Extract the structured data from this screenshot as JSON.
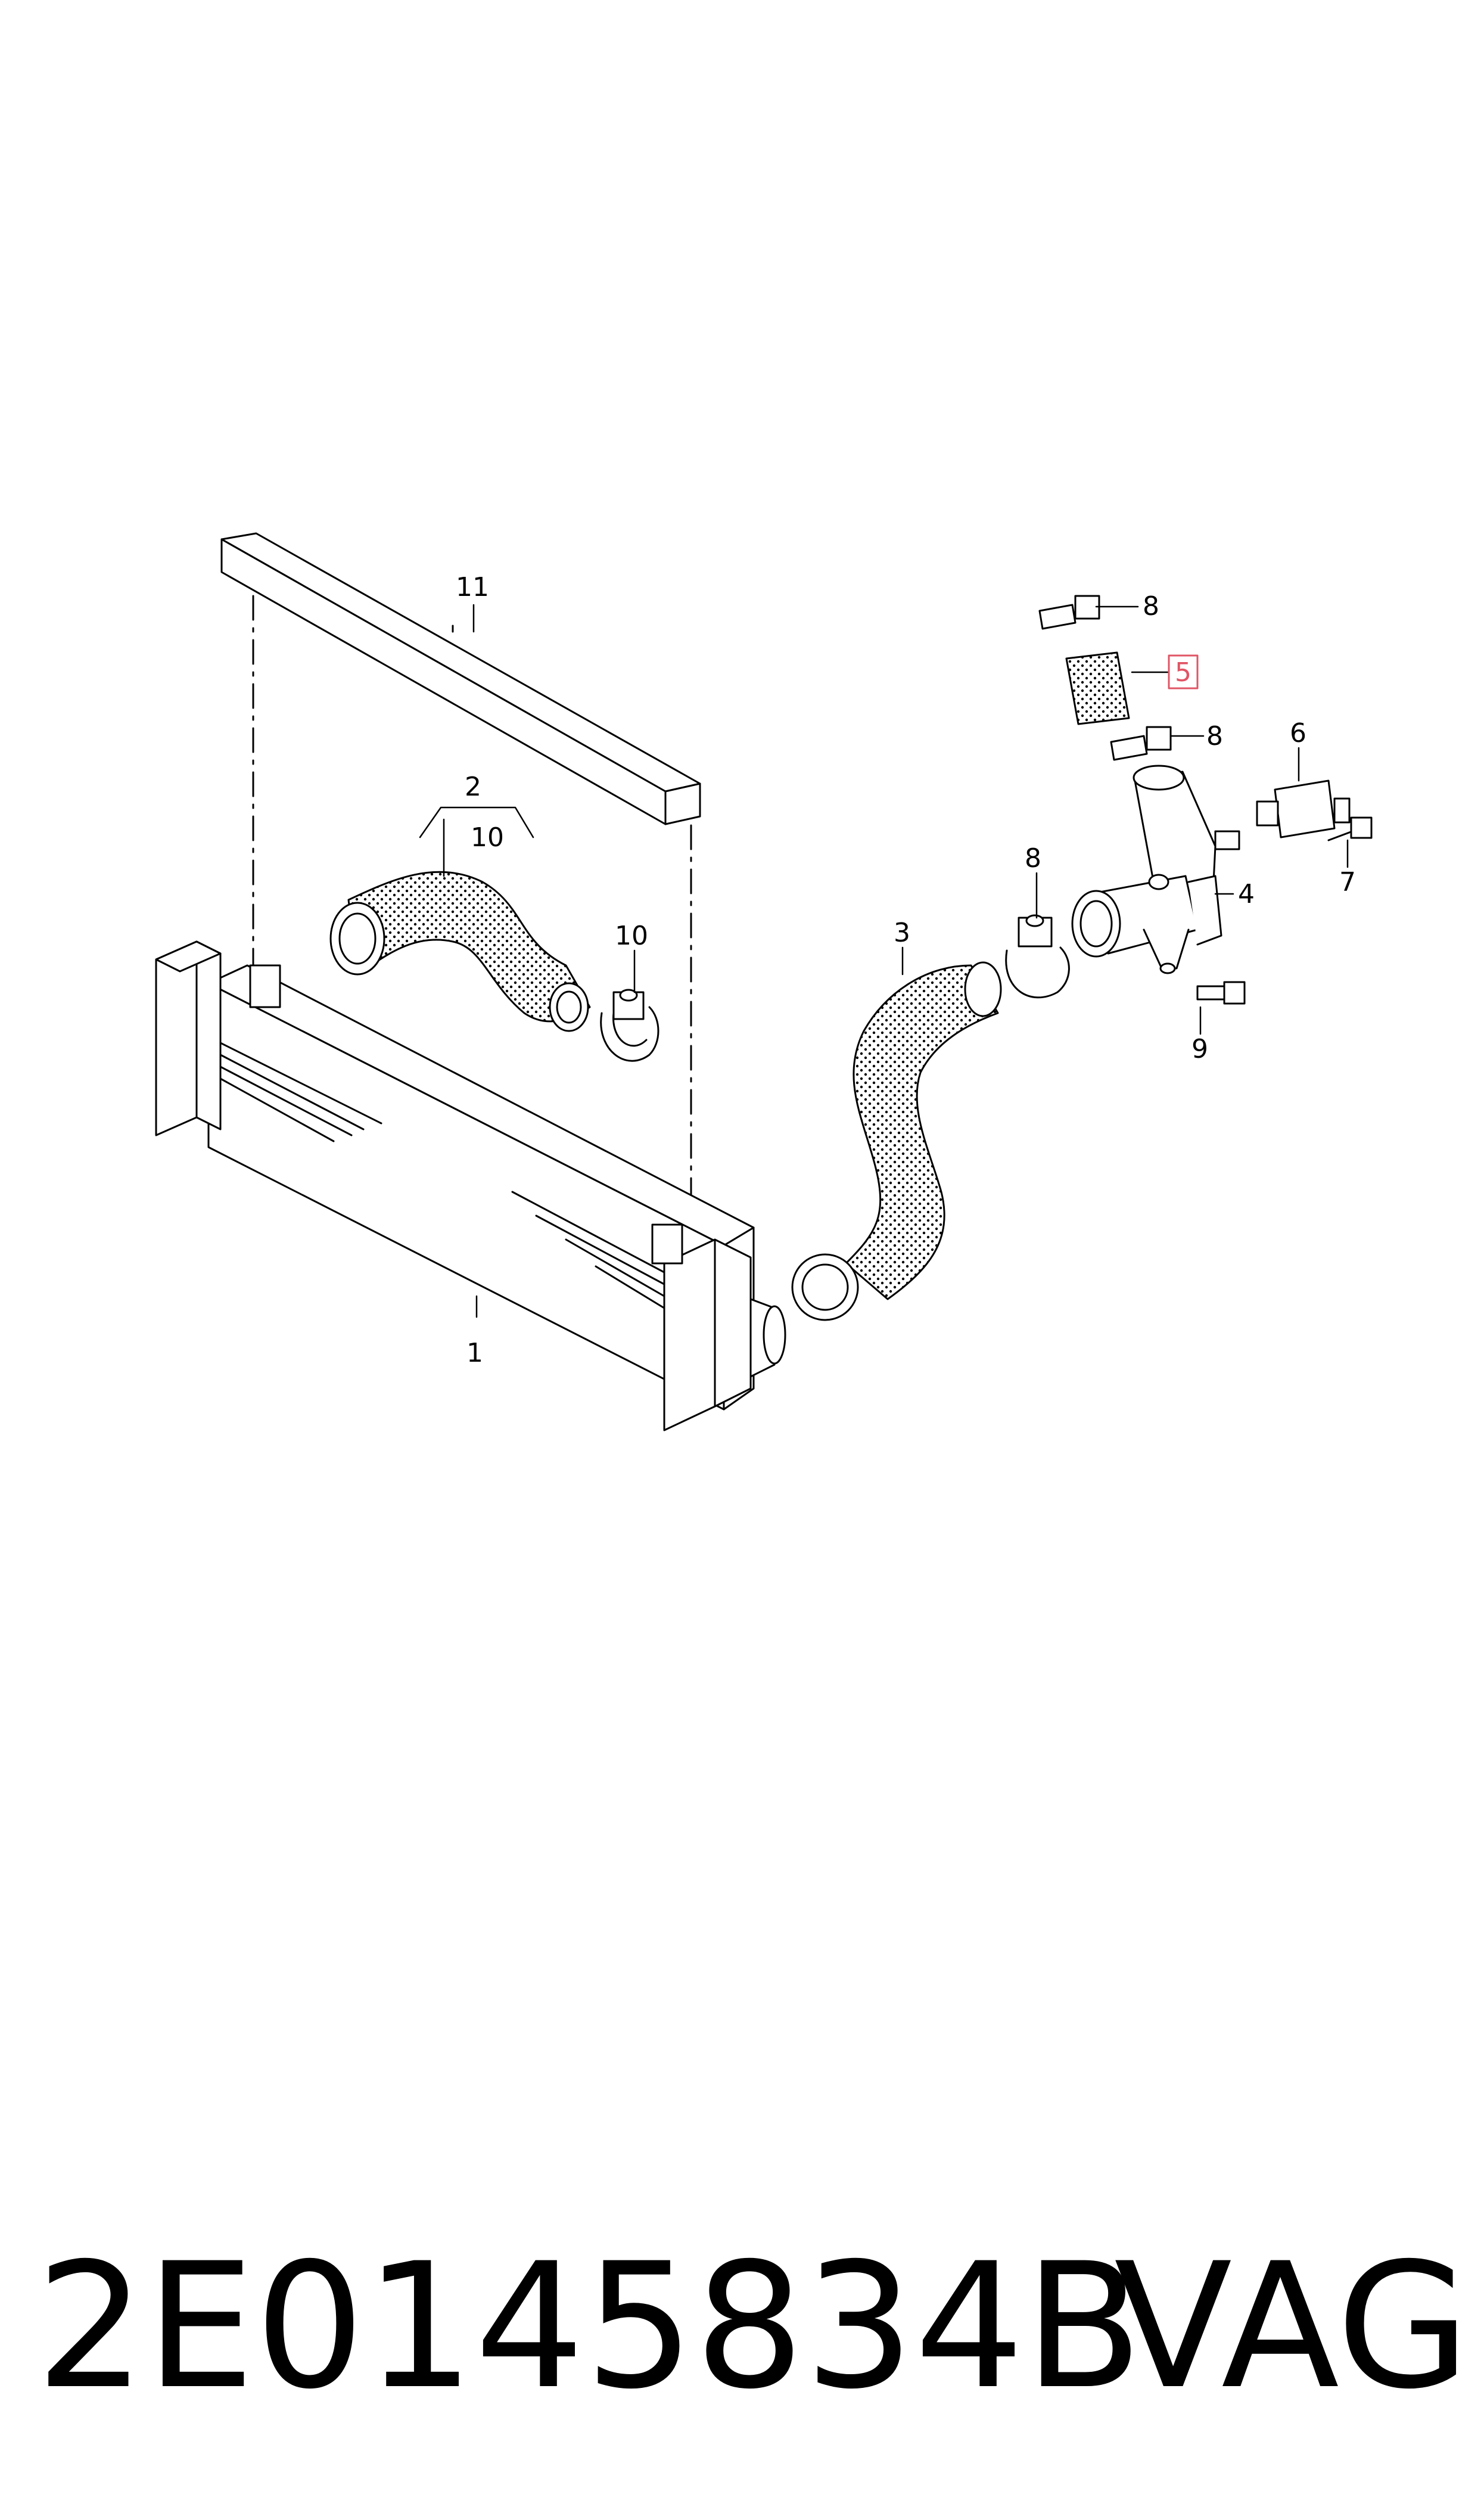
{
  "callouts": [
    {
      "id": "c1",
      "label": "1"
    },
    {
      "id": "c2",
      "label": "2"
    },
    {
      "id": "c10a",
      "label": "10"
    },
    {
      "id": "c10b",
      "label": "10"
    },
    {
      "id": "c11",
      "label": "11"
    },
    {
      "id": "c3",
      "label": "3"
    },
    {
      "id": "c8a",
      "label": "8"
    },
    {
      "id": "c8b",
      "label": "8"
    },
    {
      "id": "c8c",
      "label": "8"
    },
    {
      "id": "c5",
      "label": "5"
    },
    {
      "id": "c6",
      "label": "6"
    },
    {
      "id": "c7",
      "label": "7"
    },
    {
      "id": "c4",
      "label": "4"
    },
    {
      "id": "c9",
      "label": "9"
    }
  ],
  "highlight": {
    "label": "5",
    "color": "#e05565"
  },
  "caption": {
    "part_number": "2E0145834B",
    "brand": "VAG"
  }
}
